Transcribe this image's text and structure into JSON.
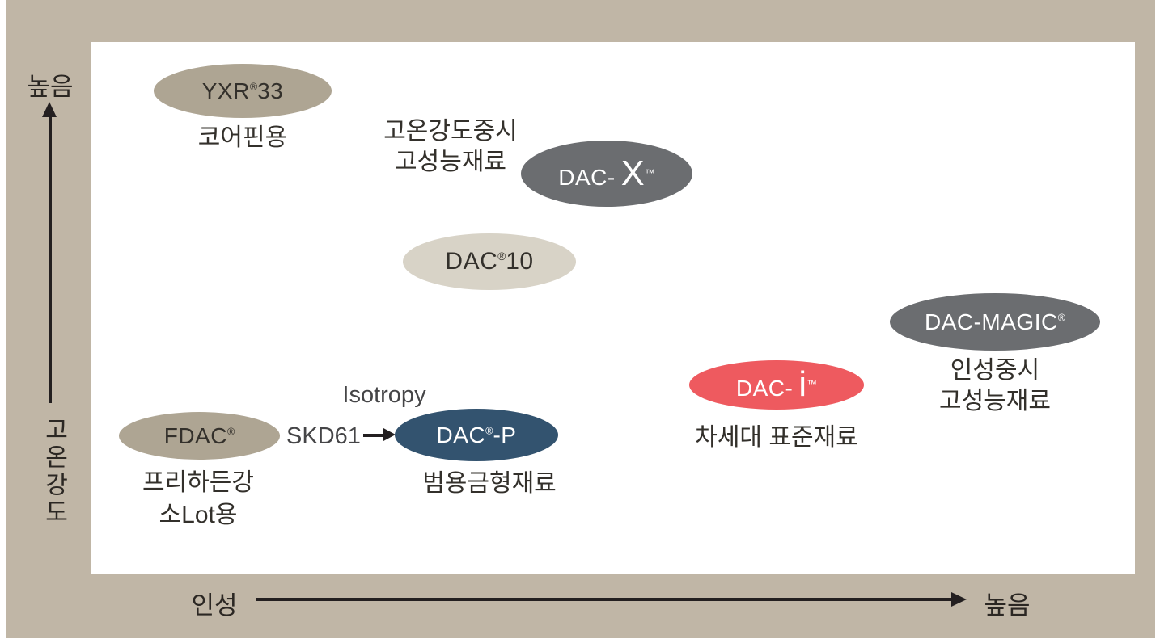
{
  "chart_data": {
    "type": "scatter",
    "title": "",
    "xlabel": "인성",
    "x_end_label": "높음",
    "ylabel": "고온강도",
    "y_end_label": "높음",
    "axes_qualitative": true,
    "grid": false,
    "points": [
      {
        "label": "YXR®33",
        "caption": "코어핀용",
        "x": 0.15,
        "y": 0.91,
        "color": "#aea593"
      },
      {
        "label": "DAC-X™",
        "caption": "고온강도중시 고성능재료",
        "x": 0.5,
        "y": 0.75,
        "color": "#6b6d70"
      },
      {
        "label": "DAC®10",
        "caption": "",
        "x": 0.39,
        "y": 0.59,
        "color": "#d8d3c7"
      },
      {
        "label": "DAC-MAGIC®",
        "caption": "인성중시 고성능재료",
        "x": 0.87,
        "y": 0.47,
        "color": "#6b6d70"
      },
      {
        "label": "DAC-i™",
        "caption": "차세대 표준재료",
        "x": 0.66,
        "y": 0.36,
        "color": "#ee5a5f"
      },
      {
        "label": "FDAC®",
        "caption": "프리하든강 소Lot용",
        "x": 0.11,
        "y": 0.26,
        "color": "#aea593"
      },
      {
        "label": "DAC®-P",
        "caption": "범용금형재료",
        "x": 0.38,
        "y": 0.26,
        "color": "#33536f"
      }
    ],
    "annotations": [
      {
        "text": "Isotropy"
      },
      {
        "text": "SKD61 → DAC®-P"
      }
    ]
  },
  "axes": {
    "y_top_label": "높음",
    "y_axis_title": "고온강도",
    "x_label": "인성",
    "x_end_label": "높음"
  },
  "bubbles": {
    "yxr33": {
      "pre": "YXR",
      "sup": "®",
      "post": "33",
      "color": "#aea593",
      "caption": "코어핀용"
    },
    "dacx": {
      "pre": "DAC-",
      "big": "X",
      "sup": "™",
      "color": "#6b6d70"
    },
    "dac10": {
      "pre": "DAC",
      "sup": "®",
      "post": "10",
      "color": "#d8d3c7"
    },
    "dacmagic": {
      "pre": "DAC-MAGIC",
      "sup": "®",
      "color": "#6b6d70",
      "caption_line1": "인성중시",
      "caption_line2": "고성능재료"
    },
    "daci": {
      "pre": "DAC-",
      "big": "i",
      "sup": "™",
      "color": "#ee5a5f",
      "caption": "차세대 표준재료"
    },
    "fdac": {
      "pre": "FDAC",
      "sup": "®",
      "color": "#aea593",
      "caption_line1": "프리하든강",
      "caption_line2": "소Lot용"
    },
    "dacp": {
      "pre": "DAC",
      "sup": "®",
      "post": "-P",
      "color": "#33536f",
      "caption": "범용금형재료"
    }
  },
  "annotations": {
    "note_line1": "고온강도중시",
    "note_line2": "고성능재료",
    "isotropy": "Isotropy",
    "skd61": "SKD61"
  },
  "colors": {
    "outer_background": "#c0b6a6",
    "plot_background": "#ffffff",
    "tan_bubble": "#aea593",
    "light_bubble": "#d8d3c7",
    "gray_bubble": "#6b6d70",
    "red_bubble": "#ee5a5f",
    "navy_bubble": "#33536f",
    "axis_line": "#231f20",
    "dark_text": "#33302b"
  }
}
